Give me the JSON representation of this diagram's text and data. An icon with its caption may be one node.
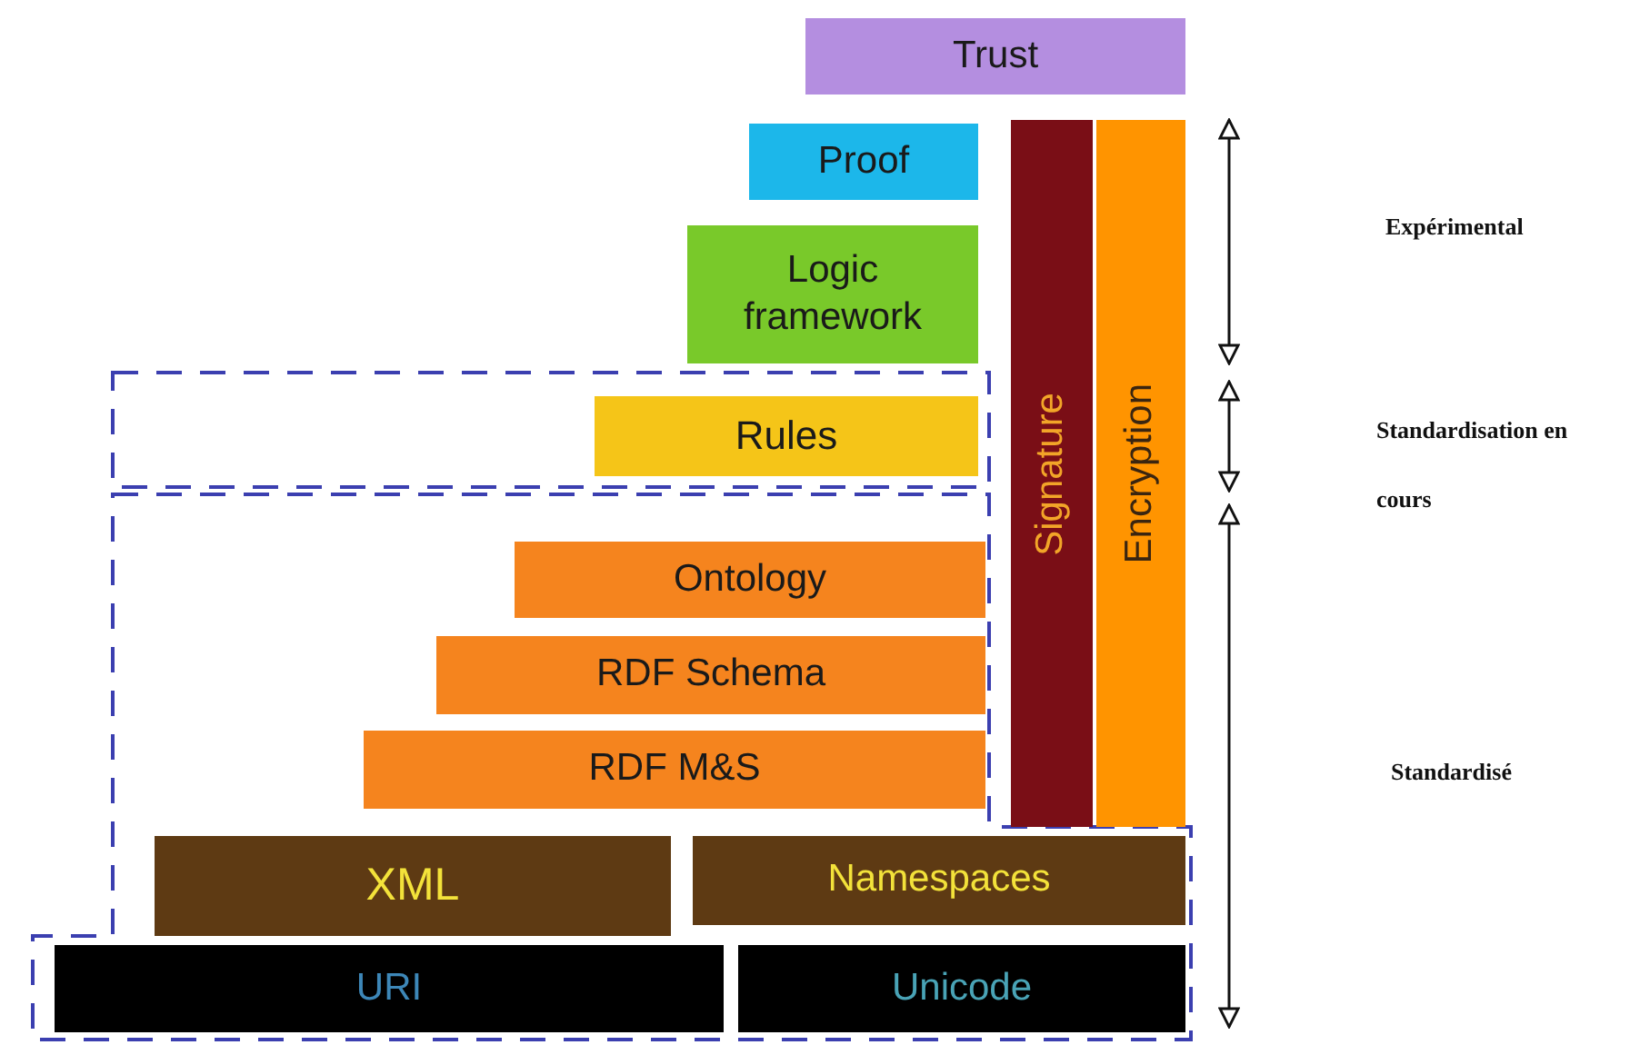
{
  "diagram": {
    "nodes": [
      {
        "text": [
          "Trust"
        ]
      },
      {
        "text": [
          "Proof"
        ]
      },
      {
        "text": [
          "Logic framework"
        ]
      },
      {
        "text": [
          "Rules"
        ]
      },
      {
        "text": [
          "Ontology"
        ]
      },
      {
        "text": [
          "RDF Schema"
        ]
      },
      {
        "text": [
          "RDF M&S"
        ]
      },
      {
        "text": [
          "Signature"
        ]
      },
      {
        "text": [
          "Encryption"
        ]
      },
      {
        "text": [
          "XML"
        ]
      },
      {
        "text": [
          "Namespaces"
        ]
      },
      {
        "text": [
          "URI"
        ]
      },
      {
        "text": [
          "Unicode"
        ]
      }
    ],
    "labels": [
      "Expérimental",
      "Standardisation en cours",
      "Standardisé"
    ]
  }
}
